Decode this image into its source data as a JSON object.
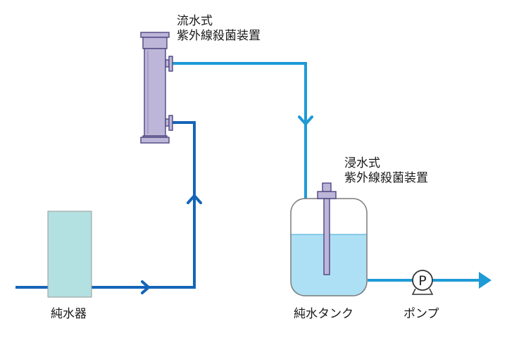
{
  "labels": {
    "flow_uv_line1": "流水式",
    "flow_uv_line2": "紫外線殺菌装置",
    "immersion_uv_line1": "浸水式",
    "immersion_uv_line2": "紫外線殺菌装置",
    "purifier": "純水器",
    "tank": "純水タンク",
    "pump": "ポンプ",
    "pump_symbol": "P"
  },
  "colors": {
    "pipe_dark": "#1565b8",
    "pipe_light": "#1e9ad6",
    "purifier_fill": "#b3e0e0",
    "uv_body": "#bdb6d8",
    "water": "#aee0f5",
    "tank_outline": "#7a7a7a"
  }
}
